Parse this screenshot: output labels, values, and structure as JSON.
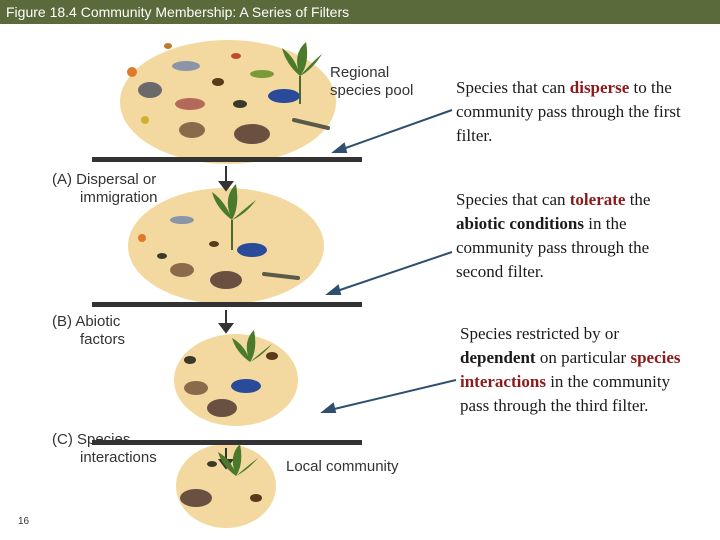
{
  "title": "Figure 18.4  Community Membership: A Series of Filters",
  "labels": {
    "regional": [
      "Regional",
      "species pool"
    ],
    "filter_a": [
      "(A) Dispersal or",
      "immigration"
    ],
    "filter_b": [
      "(B) Abiotic",
      "factors"
    ],
    "filter_c": [
      "(C) Species",
      "interactions"
    ],
    "local": "Local community"
  },
  "callouts": {
    "first": {
      "p1": "Species that can ",
      "h1": "disperse",
      "p2": " to the community pass through the first filter."
    },
    "second": {
      "p1": "Species that can ",
      "h1": "tolerate",
      "p2": " the ",
      "h2": "abiotic conditions",
      "p3": " in the community pass through the second filter."
    },
    "third": {
      "p1": "Species restricted by or ",
      "h1": "dependent",
      "p2": " on particular ",
      "h2": "species interactions",
      "p3": " in the community pass through the third filter."
    }
  },
  "slide_number": "16",
  "colors": {
    "title_bar": "#5a6a3a",
    "pool": "#f3d9a0",
    "highlight": "#8b1a1a",
    "arrow": "#2f4f6f"
  }
}
